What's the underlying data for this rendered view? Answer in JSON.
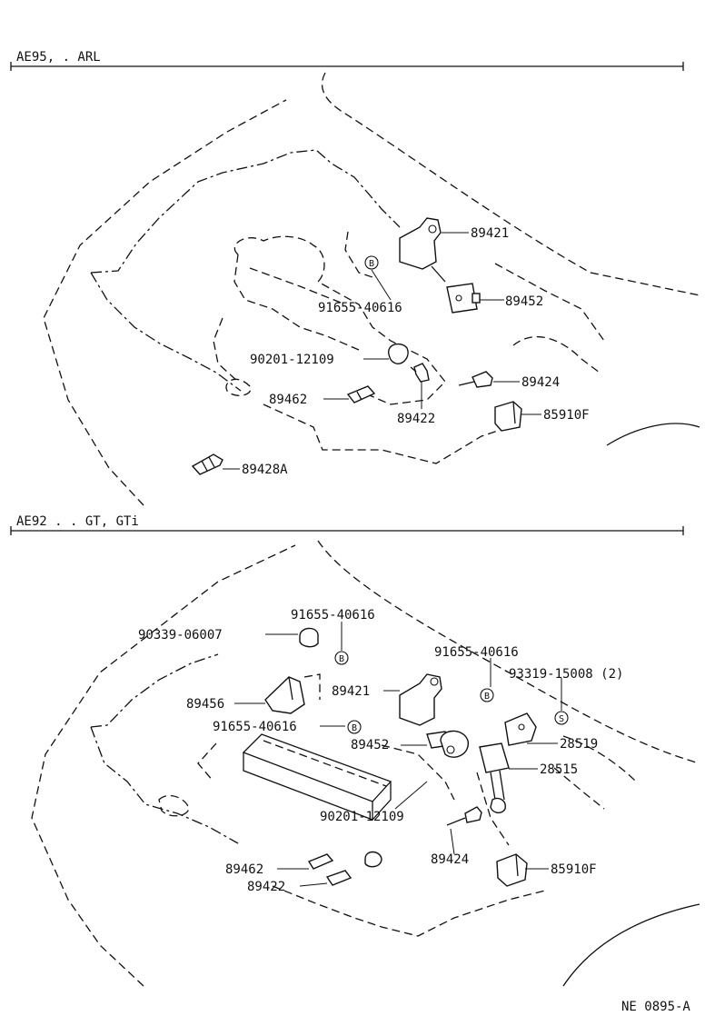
{
  "sections": [
    {
      "title": "AE95, . ARL",
      "labels": {
        "p89421": "89421",
        "p91655_40616": "91655-40616",
        "p89452": "89452",
        "p90201_12109": "90201-12109",
        "p89424": "89424",
        "p89462": "89462",
        "p89422": "89422",
        "p85910F": "85910F",
        "p89428A": "89428A"
      },
      "circles": {
        "b1": "B"
      }
    },
    {
      "title": "AE92 . . GT, GTi",
      "labels": {
        "p91655_40616_a": "91655-40616",
        "p90339_06007": "90339-06007",
        "p91655_40616_b": "91655-40616",
        "p93319_15008": "93319-15008 (2)",
        "p89421": "89421",
        "p89456": "89456",
        "p91655_40616_c": "91655-40616",
        "p89452": "89452",
        "p28519": "28519",
        "p28515": "28515",
        "p90201_12109": "90201-12109",
        "p89424": "89424",
        "p89462": "89462",
        "p89422": "89422",
        "p85910F": "85910F"
      },
      "circles": {
        "b1": "B",
        "b2": "B",
        "b3": "B",
        "s1": "S"
      }
    }
  ],
  "footer_code": "NE 0895-A"
}
